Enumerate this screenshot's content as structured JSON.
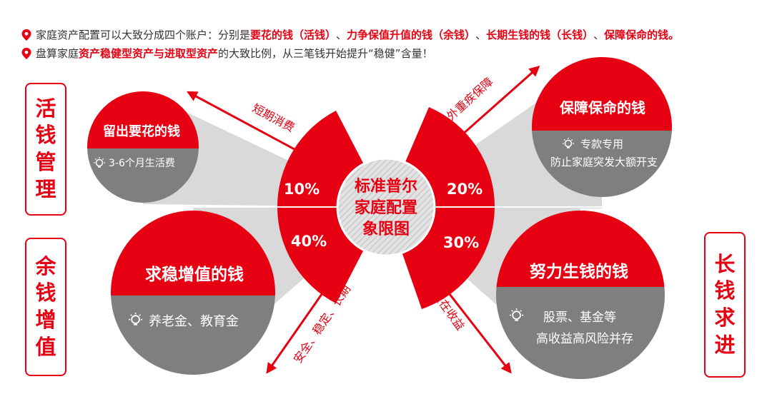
{
  "header": {
    "line1": {
      "prefix": "家庭资产配置可以大致分成四个账户：分别是",
      "segments": [
        {
          "text": "要花的钱（活钱）",
          "highlight": true
        },
        {
          "text": "、",
          "highlight": false
        },
        {
          "text": "力争保值升值的钱（余钱）",
          "highlight": true
        },
        {
          "text": "、",
          "highlight": false
        },
        {
          "text": "长期生钱的钱（长钱）",
          "highlight": true
        },
        {
          "text": "、",
          "highlight": false
        },
        {
          "text": "保障保命的钱。",
          "highlight": true
        }
      ]
    },
    "line2": {
      "prefix": "盘算家庭",
      "highlight": "资产稳健型资产与进取型资产",
      "suffix": "的大致比例，从三笔钱开始提升“稳健”含量！"
    }
  },
  "side_labels": {
    "huoqian": [
      "活",
      "钱",
      "管",
      "理"
    ],
    "yuqian": [
      "余",
      "钱",
      "增",
      "值"
    ],
    "changqian": [
      "长",
      "钱",
      "求",
      "进"
    ]
  },
  "center": {
    "lines": [
      "标准普尔",
      "家庭配置",
      "象限图"
    ]
  },
  "percents": {
    "top_left": "10%",
    "top_right": "20%",
    "bottom_left": "40%",
    "bottom_right": "30%"
  },
  "arrows": {
    "top_left": "短期消费",
    "top_right": "意外重疾保障",
    "bottom_left": "安全、稳定、长期",
    "bottom_right": "重在收益"
  },
  "circles": {
    "top_left": {
      "title": "留出要花的钱",
      "desc": [
        "3-6个月生活费"
      ],
      "icon": "lightbulb-icon"
    },
    "top_right": {
      "title": "保障保命的钱",
      "desc": [
        "专款专用",
        "防止家庭突发大额开支"
      ],
      "icon": "lightbulb-icon"
    },
    "bottom_left": {
      "title": "求稳增值的钱",
      "desc": [
        "养老金、教育金"
      ],
      "icon": "lightbulb-icon"
    },
    "bottom_right": {
      "title": "努力生钱的钱",
      "desc": [
        "股票、基金等",
        "高收益高风险并存"
      ],
      "icon": "lightbulb-icon"
    }
  },
  "colors": {
    "red": "#e60012",
    "gray": "#7f7f7f",
    "funnel": "#d9d9d9",
    "center_bg": "#d6d6d6"
  }
}
